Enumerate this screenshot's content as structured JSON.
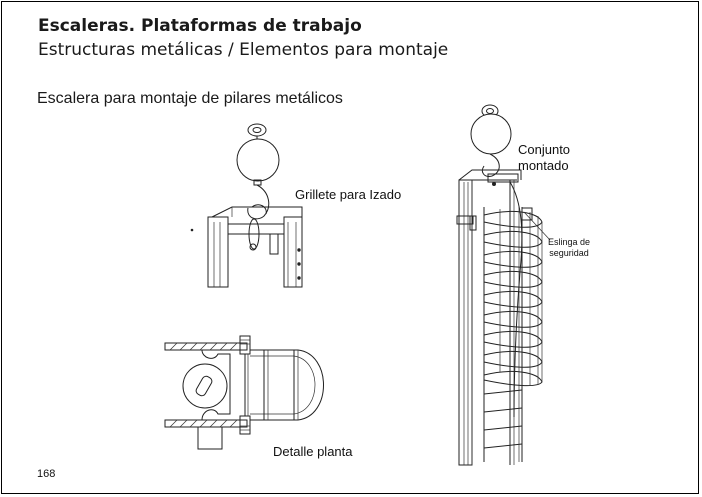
{
  "header": {
    "title": "Escaleras. Plataformas de trabajo",
    "subtitle": "Estructuras metálicas / Elementos para montaje"
  },
  "section": {
    "heading": "Escalera para montaje de pilares metálicos"
  },
  "labels": {
    "grillete": "Grillete para Izado",
    "conjunto_line1": "Conjunto",
    "conjunto_line2": "montado",
    "eslinga_line1": "Eslinga de",
    "eslinga_line2": "seguridad",
    "detalle": "Detalle planta"
  },
  "footer": {
    "page_number": "168"
  }
}
